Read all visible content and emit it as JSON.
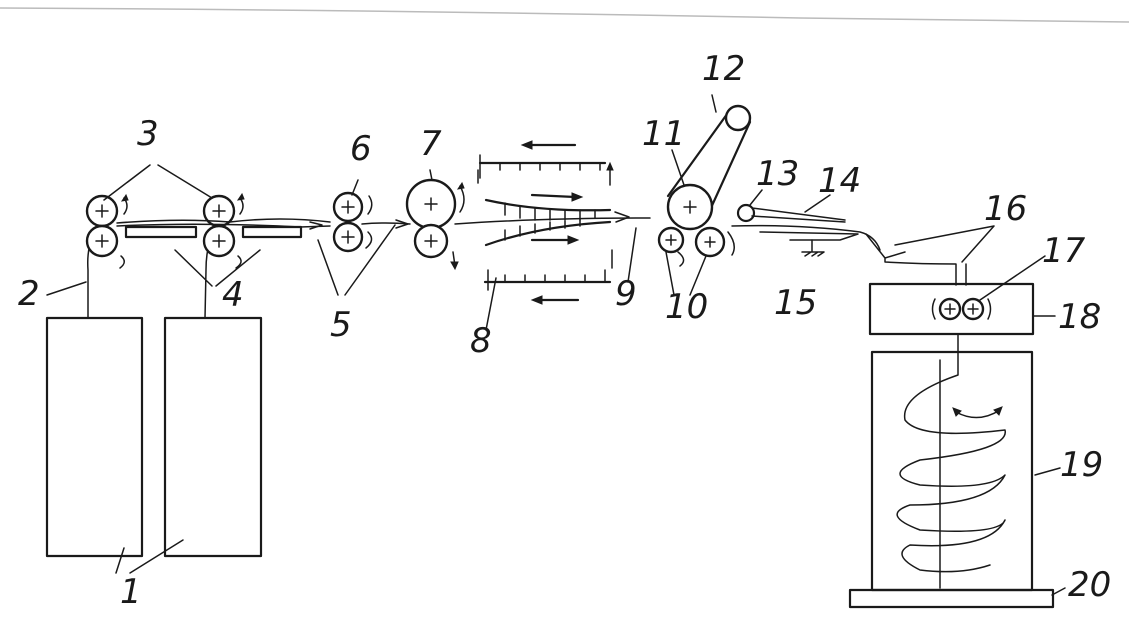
{
  "labels": {
    "l1": "1",
    "l2": "2",
    "l3": "3",
    "l4": "4",
    "l5": "5",
    "l6": "6",
    "l7": "7",
    "l8": "8",
    "l9": "9",
    "l10": "10",
    "l11": "11",
    "l12": "12",
    "l13": "13",
    "l14": "14",
    "l15": "15",
    "l16": "16",
    "l17": "17",
    "l18": "18",
    "l19": "19",
    "l20": "20"
  },
  "colors": {
    "ink": "#1a1a1a",
    "paper": "#ffffff"
  }
}
